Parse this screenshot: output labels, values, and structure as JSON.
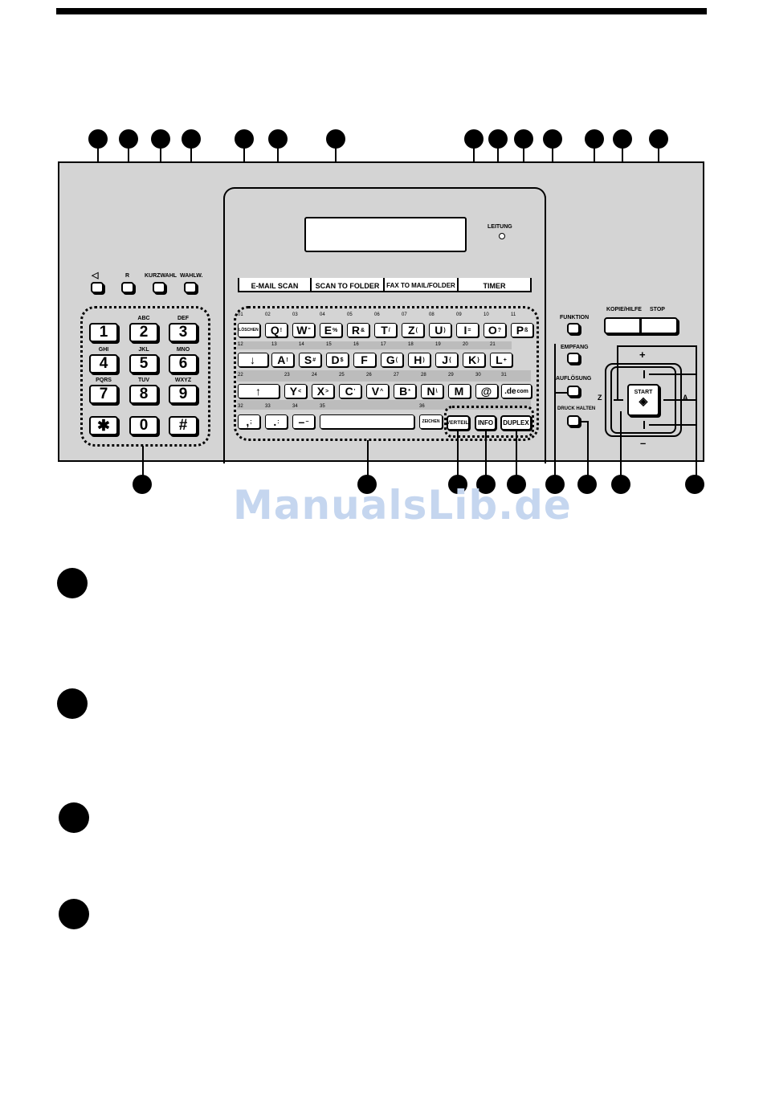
{
  "watermark": "ManualsLib.de",
  "top_buttons": {
    "r": "R",
    "kurzwahl": "KURZWAHL",
    "wahlw": "WAHLW."
  },
  "keypad": [
    {
      "key": "1",
      "letters": ""
    },
    {
      "key": "2",
      "letters": "ABC"
    },
    {
      "key": "3",
      "letters": "DEF"
    },
    {
      "key": "4",
      "letters": "GHI"
    },
    {
      "key": "5",
      "letters": "JKL"
    },
    {
      "key": "6",
      "letters": "MNO"
    },
    {
      "key": "7",
      "letters": "PQRS"
    },
    {
      "key": "8",
      "letters": "TUV"
    },
    {
      "key": "9",
      "letters": "WXYZ"
    },
    {
      "key": "✱",
      "letters": ""
    },
    {
      "key": "0",
      "letters": ""
    },
    {
      "key": "#",
      "letters": ""
    }
  ],
  "leitung": "LEITUNG",
  "tabs": [
    "E-MAIL SCAN",
    "SCAN TO FOLDER",
    "FAX TO MAIL/FOLDER",
    "TIMER"
  ],
  "keyboard": {
    "row1": [
      "LÖSCHEN",
      "Q",
      "W",
      "E",
      "R",
      "T",
      "Z",
      "U",
      "I",
      "O",
      "P"
    ],
    "row1_sup": [
      "",
      "!",
      "\"",
      "%",
      "&",
      "/",
      "(",
      ")",
      "=",
      "?",
      "ß"
    ],
    "row1_nums": [
      "01",
      "02",
      "03",
      "04",
      "05",
      "06",
      "07",
      "08",
      "09",
      "10",
      "11"
    ],
    "row2": [
      "↓",
      "A",
      "S",
      "D",
      "F",
      "G",
      "H",
      "J",
      "K",
      "L"
    ],
    "row2_sup": [
      "",
      "!",
      "#",
      "$",
      "",
      "(",
      ")",
      "{",
      "}",
      "+"
    ],
    "row2_nums": [
      "12",
      "13",
      "14",
      "15",
      "16",
      "17",
      "18",
      "19",
      "20",
      "21"
    ],
    "row3": [
      "↑",
      "Y",
      "X",
      "C",
      "V",
      "B",
      "N",
      "M",
      "@",
      ".de"
    ],
    "row3_sup": [
      "",
      "<",
      ">",
      "'",
      "^",
      "*",
      "\\",
      "",
      "",
      "com"
    ],
    "row3_nums": [
      "22",
      "23",
      "24",
      "25",
      "26",
      "27",
      "28",
      "29",
      "30",
      "31"
    ],
    "row4": [
      ",",
      ".",
      "–",
      ""
    ],
    "row4_sup": [
      ";",
      ":",
      "−",
      ""
    ],
    "row4_nums": [
      "32",
      "33",
      "34",
      "35",
      "36"
    ],
    "zeichen": "ZEICHEN"
  },
  "func_buttons": {
    "verteil": "VERTEIL.",
    "info": "INFO",
    "duplex": "DUPLEX",
    "funktion": "FUNKTION",
    "empfang": "EMPFANG",
    "aufloesung": "AUFLÖSUNG",
    "druck_halten": "DRUCK HALTEN",
    "kopie_hilfe": "KOPIE/HILFE",
    "stop": "STOP",
    "start": "START",
    "plus": "+",
    "minus": "–",
    "z_label": "Z",
    "a_label": "A"
  }
}
